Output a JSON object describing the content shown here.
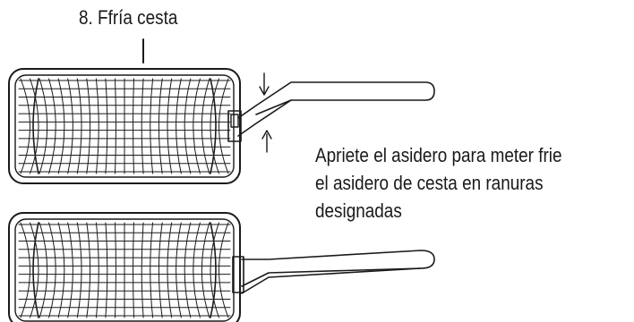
{
  "figure": {
    "title": "8. Ffría cesta",
    "instructions": [
      "Apriete el asidero para meter frie",
      "el asidero de cesta en ranuras",
      "designadas"
    ]
  }
}
